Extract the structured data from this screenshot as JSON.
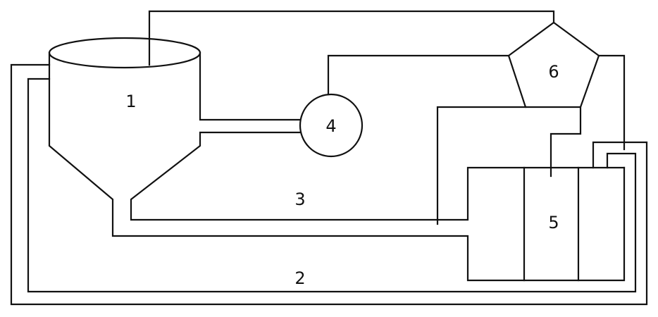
{
  "diagram": {
    "labels": {
      "tank": "1",
      "outer_pipe": "2",
      "inner_pipe": "3",
      "pump": "4",
      "chamber": "5",
      "pentagon": "6"
    },
    "colors": {
      "stroke": "#111111",
      "background": "#ffffff"
    }
  }
}
